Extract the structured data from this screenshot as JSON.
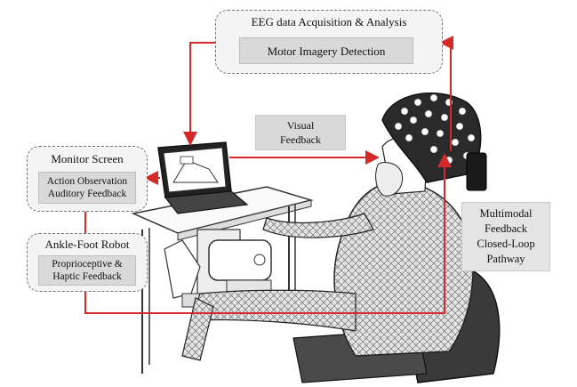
{
  "eeg": {
    "title": "EEG data Acquisition & Analysis",
    "inner": "Motor Imagery Detection"
  },
  "visual_feedback": {
    "line1": "Visual",
    "line2": "Feedback"
  },
  "monitor": {
    "title": "Monitor Screen",
    "line1": "Action Observation",
    "line2": "Auditory Feedback"
  },
  "robot": {
    "title": "Ankle-Foot Robot",
    "line1": "Proprioceptive &",
    "line2": "Haptic Feedback"
  },
  "multimodal": {
    "line1": "Multimodal",
    "line2": "Feedback",
    "line3": "Closed-Loop",
    "line4": "Pathway"
  },
  "colors": {
    "arrow": "#d42a2a",
    "box_border": "#777777",
    "box_fill": "#f4f4f4",
    "inner_fill": "#d9d9d9"
  }
}
